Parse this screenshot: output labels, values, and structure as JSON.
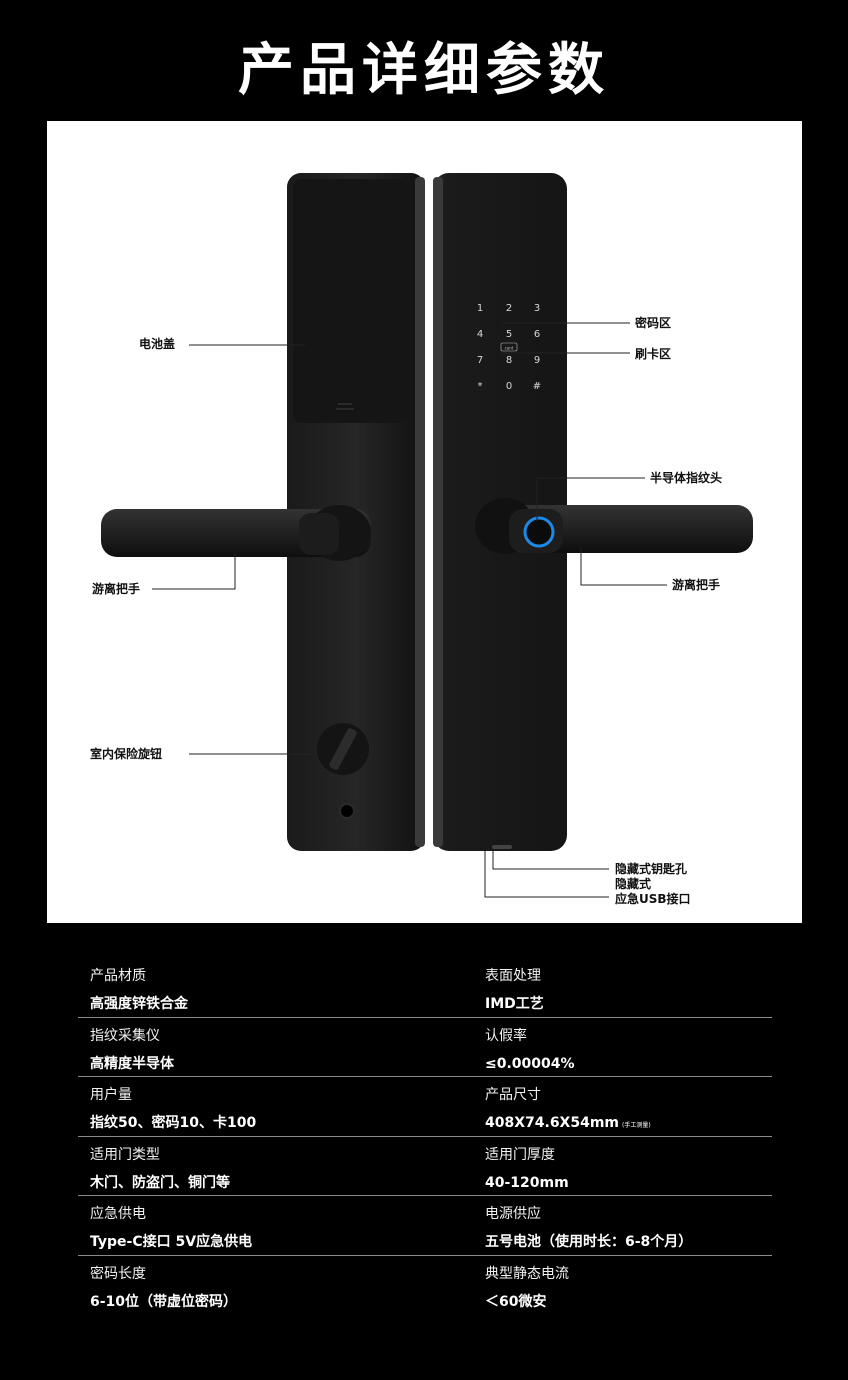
{
  "page": {
    "title": "产品详细参数",
    "background": "#000000",
    "panel_background": "#ffffff",
    "accent_ring": "#1e88e5"
  },
  "diagram": {
    "keypad_keys": [
      "1",
      "2",
      "3",
      "4",
      "5",
      "6",
      "7",
      "8",
      "9",
      "*",
      "0",
      "#"
    ],
    "card_label": "card",
    "callouts": {
      "battery_cover": "电池盖",
      "password_zone": "密码区",
      "card_zone": "刷卡区",
      "fingerprint_head": "半导体指纹头",
      "handle_left": "游离把手",
      "handle_right": "游离把手",
      "indoor_knob": "室内保险旋钮",
      "hidden_keyhole": "隐藏式钥匙孔",
      "hidden_usb_line1": "隐藏式",
      "hidden_usb_line2": "应急USB接口"
    }
  },
  "specs": [
    {
      "left": {
        "label": "产品材质",
        "value": "高强度锌铁合金"
      },
      "right": {
        "label": "表面处理",
        "value": "IMD工艺"
      }
    },
    {
      "left": {
        "label": "指纹采集仪",
        "value": "高精度半导体"
      },
      "right": {
        "label": "认假率",
        "value": "≤0.00004%"
      }
    },
    {
      "left": {
        "label": "用户量",
        "value": "指纹50、密码10、卡100"
      },
      "right": {
        "label": "产品尺寸",
        "value": "408X74.6X54mm",
        "note": "(手工测量)"
      }
    },
    {
      "left": {
        "label": "适用门类型",
        "value": "木门、防盗门、铜门等"
      },
      "right": {
        "label": "适用门厚度",
        "value": "40-120mm"
      }
    },
    {
      "left": {
        "label": "应急供电",
        "value": "Type-C接口 5V应急供电"
      },
      "right": {
        "label": "电源供应",
        "value": "五号电池（使用时长：6-8个月）"
      }
    },
    {
      "left": {
        "label": "密码长度",
        "value": "6-10位（带虚位密码）"
      },
      "right": {
        "label": "典型静态电流",
        "value": "＜60微安"
      }
    }
  ]
}
